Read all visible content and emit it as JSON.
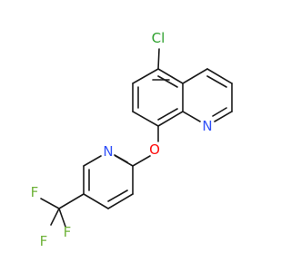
{
  "molecule": {
    "atoms": {
      "chlorine": "Cl",
      "quinoline_nitrogen": "N",
      "ether_oxygen": "O",
      "pyridine_nitrogen": "N",
      "fluorine_1": "F",
      "fluorine_2": "F",
      "fluorine_3": "F"
    },
    "colors": {
      "bond": "#1a1a1a",
      "chlorine": "#2ca02c",
      "nitrogen": "#3050f8",
      "oxygen": "#ff0d0d",
      "fluorine": "#6fb33a"
    }
  }
}
